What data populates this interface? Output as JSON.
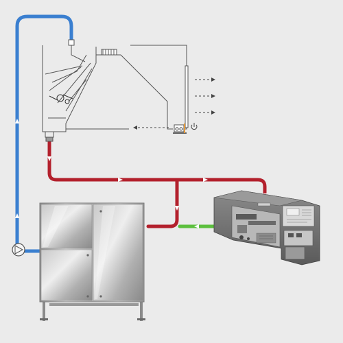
{
  "colors": {
    "background": "#ebebeb",
    "clean_water_pipe": "#3a7fd0",
    "hot_wastewater_pipe": "#b3202c",
    "treated_return_pipe": "#5cbf3e",
    "line_art": "#555555",
    "arrow_white": "#ffffff",
    "arrow_dark": "#333333",
    "steel_light": "#d6d6d6",
    "steel_mid": "#a9a9a9",
    "steel_dark": "#6f6f6f",
    "machine_body": "#6e6e6e",
    "machine_light": "#b8b8b8",
    "sensor_orange": "#e59a3a"
  },
  "components": [
    {
      "name": "washing-cabinet",
      "icon": "washer-cabinet-outline"
    },
    {
      "name": "circulation-pump",
      "icon": "pump-symbol-icon"
    },
    {
      "name": "stainless-storage-tank",
      "icon": "tank-icon"
    },
    {
      "name": "water-treatment-unit",
      "icon": "treatment-machine-icon"
    }
  ]
}
